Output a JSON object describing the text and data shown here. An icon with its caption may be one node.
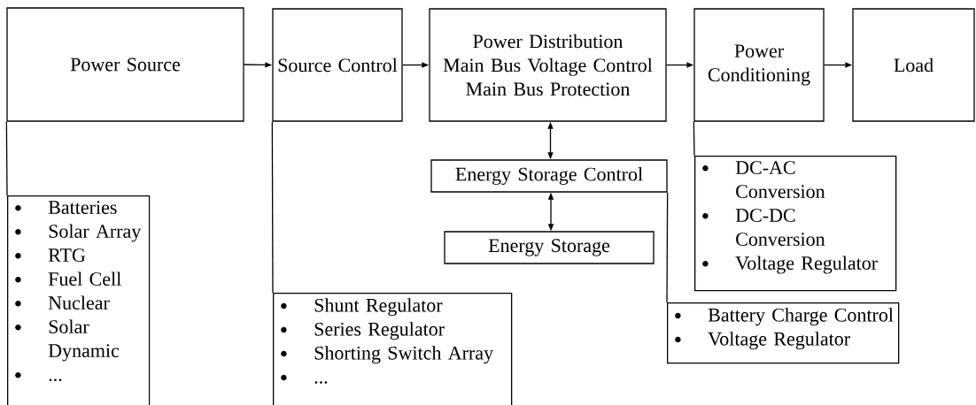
{
  "diagram": {
    "nodes": [
      {
        "text": [
          "Power Source"
        ]
      },
      {
        "text": [
          "Source Control"
        ]
      },
      {
        "text": [
          "Power Distribution",
          "Main Bus Voltage Control",
          "Main Bus Protection"
        ]
      },
      {
        "text": [
          "Power Conditioning"
        ]
      },
      {
        "text": [
          "Load"
        ]
      },
      {
        "text": [
          "Energy Storage Control"
        ]
      },
      {
        "text": [
          "Energy Storage"
        ]
      },
      {
        "text": [
          "Batteries",
          "Solar Array",
          "RTG",
          "Fuel Cell",
          "Nuclear",
          "Solar Dynamic",
          "..."
        ]
      },
      {
        "text": [
          "Shunt Regulator",
          "Series Regulator",
          "Shorting Switch Array",
          "..."
        ]
      },
      {
        "text": [
          "DC-AC Conversion",
          "DC-DC Conversion",
          "Voltage Regulator"
        ]
      },
      {
        "text": [
          "Battery Charge Control",
          "Voltage Regulator"
        ]
      }
    ],
    "edges": [
      {
        "from": 0,
        "to": 1,
        "arrow": "to"
      },
      {
        "from": 1,
        "to": 2,
        "arrow": "to"
      },
      {
        "from": 2,
        "to": 3,
        "arrow": "to"
      },
      {
        "from": 3,
        "to": 4,
        "arrow": "to"
      },
      {
        "from": 2,
        "to": 5,
        "arrow": "both"
      },
      {
        "from": 5,
        "to": 6,
        "arrow": "both"
      },
      {
        "from": 0,
        "to": 7,
        "arrow": "none"
      },
      {
        "from": 1,
        "to": 8,
        "arrow": "none"
      },
      {
        "from": 3,
        "to": 9,
        "arrow": "none"
      },
      {
        "from": 5,
        "to": 10,
        "arrow": "none"
      }
    ]
  }
}
